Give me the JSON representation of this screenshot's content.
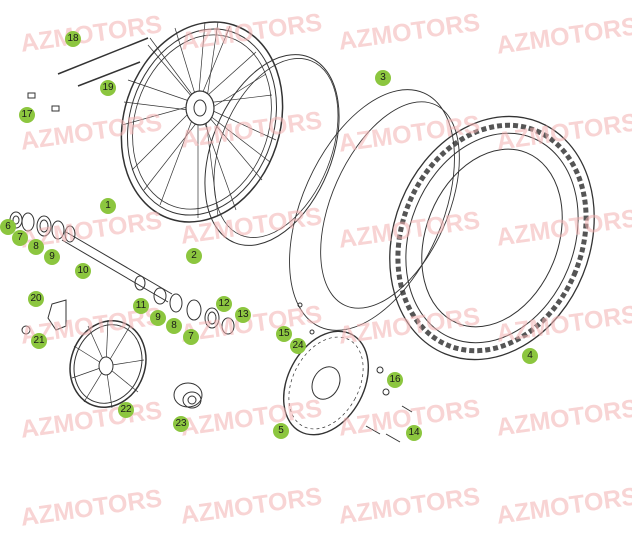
{
  "watermark": {
    "text": "AZMOTORS",
    "color": "#f3b2b2"
  },
  "callout_color": "#8cc63f",
  "callouts": [
    {
      "label": "1"
    },
    {
      "label": "2"
    },
    {
      "label": "3"
    },
    {
      "label": "4"
    },
    {
      "label": "5"
    },
    {
      "label": "6"
    },
    {
      "label": "7"
    },
    {
      "label": "8"
    },
    {
      "label": "9"
    },
    {
      "label": "10"
    },
    {
      "label": "11"
    },
    {
      "label": "12"
    },
    {
      "label": "13"
    },
    {
      "label": "14"
    },
    {
      "label": "15"
    },
    {
      "label": "16"
    },
    {
      "label": "17"
    },
    {
      "label": "18"
    },
    {
      "label": "19"
    },
    {
      "label": "20"
    },
    {
      "label": "21"
    },
    {
      "label": "22"
    },
    {
      "label": "23"
    },
    {
      "label": "24"
    },
    {
      "label": "9"
    },
    {
      "label": "8"
    },
    {
      "label": "7"
    }
  ]
}
